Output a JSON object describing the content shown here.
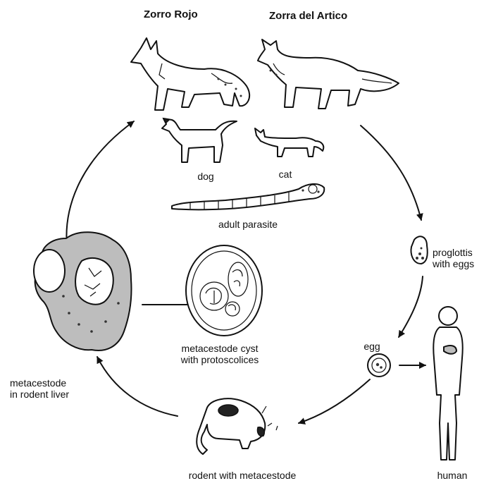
{
  "labels": {
    "red_fox": "Zorro Rojo",
    "arctic_fox": "Zorra del Artico",
    "dog": "dog",
    "cat": "cat",
    "adult_parasite": "adult parasite",
    "proglottis_line1": "proglottis",
    "proglottis_line2": "with eggs",
    "egg": "egg",
    "human": "human",
    "rodent": "rodent with metacestode",
    "liver_line1": "metacestode",
    "liver_line2": "in rodent liver",
    "cyst_line1": "metacestode cyst",
    "cyst_line2": "with protoscolices"
  }
}
